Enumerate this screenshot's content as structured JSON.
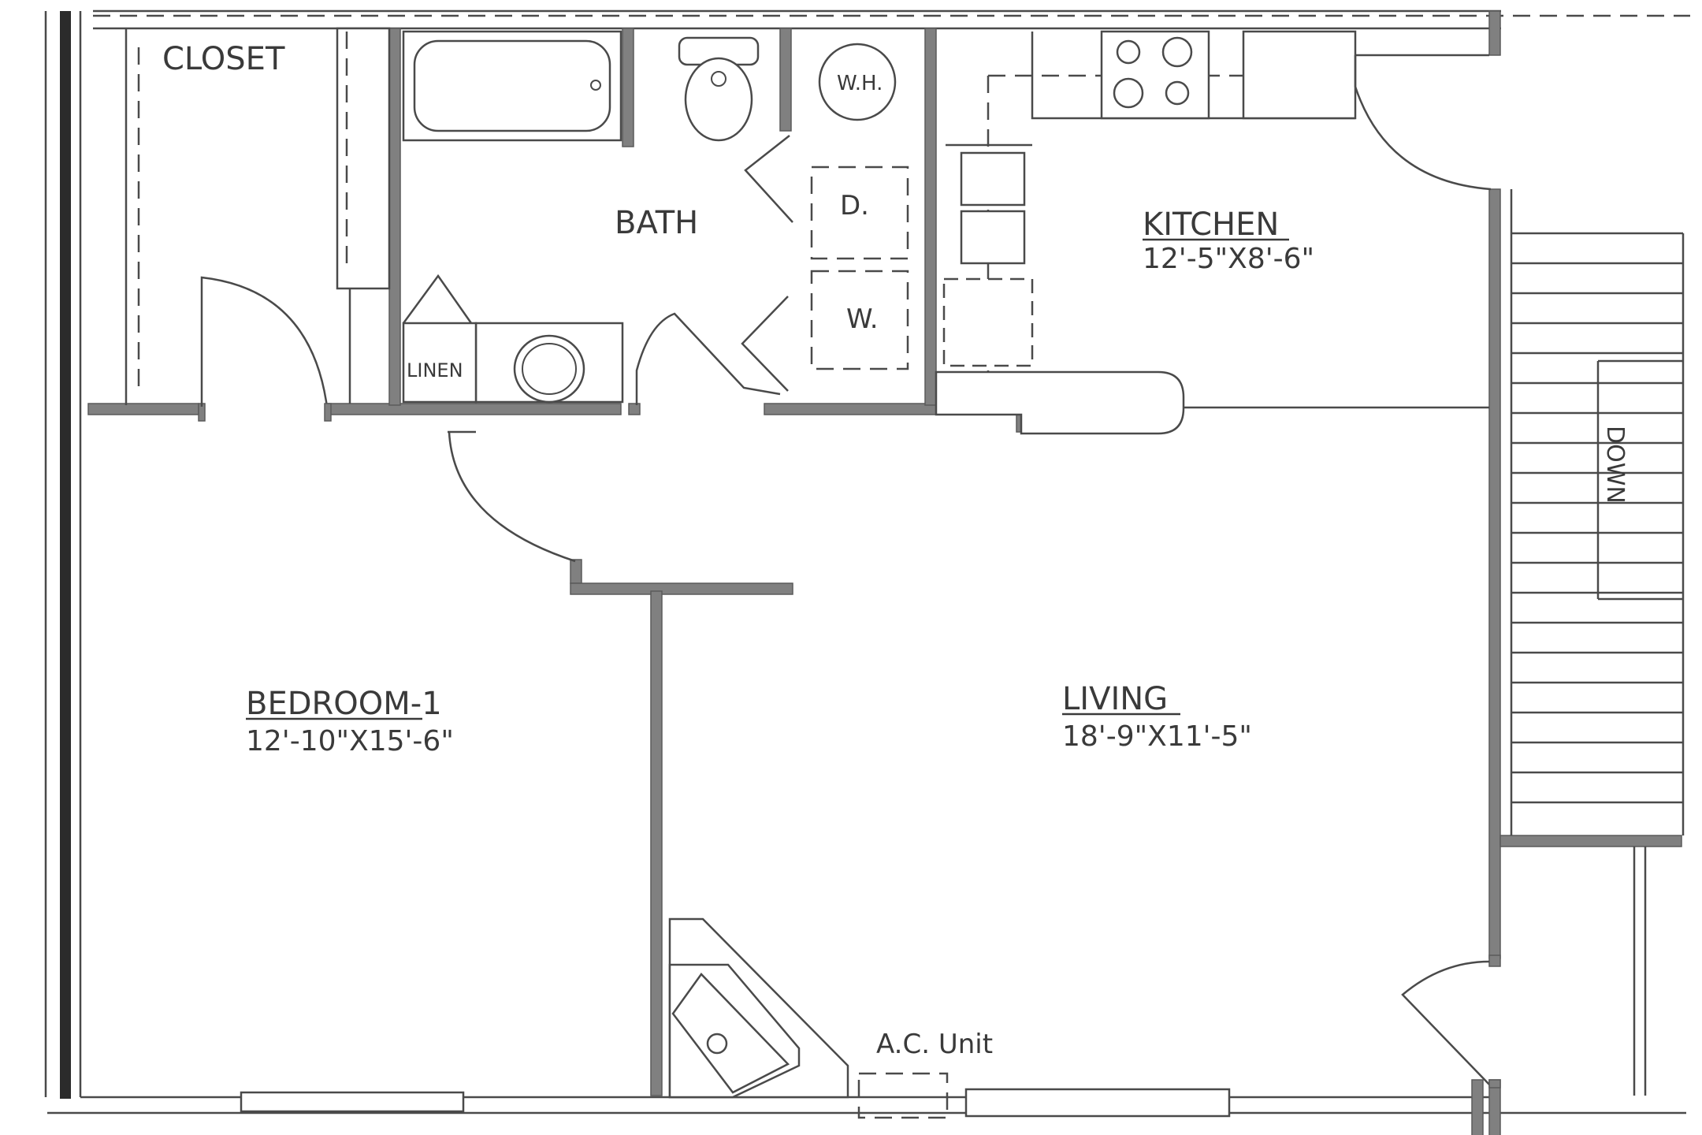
{
  "rooms": {
    "closet": {
      "name": "CLOSET"
    },
    "bath": {
      "name": "BATH"
    },
    "kitchen": {
      "name": "KITCHEN",
      "dimensions": "12'-5\"X8'-6\""
    },
    "bedroom": {
      "name": "BEDROOM-1",
      "dimensions": "12'-10\"X15'-6\""
    },
    "living": {
      "name": "LIVING",
      "dimensions": "18'-9\"X11'-5\""
    }
  },
  "fixtures": {
    "water_heater": "W.H.",
    "dryer": "D.",
    "washer": "W.",
    "linen": "LINEN",
    "stairs": "DOWN",
    "ac_unit": "A.C. Unit"
  }
}
